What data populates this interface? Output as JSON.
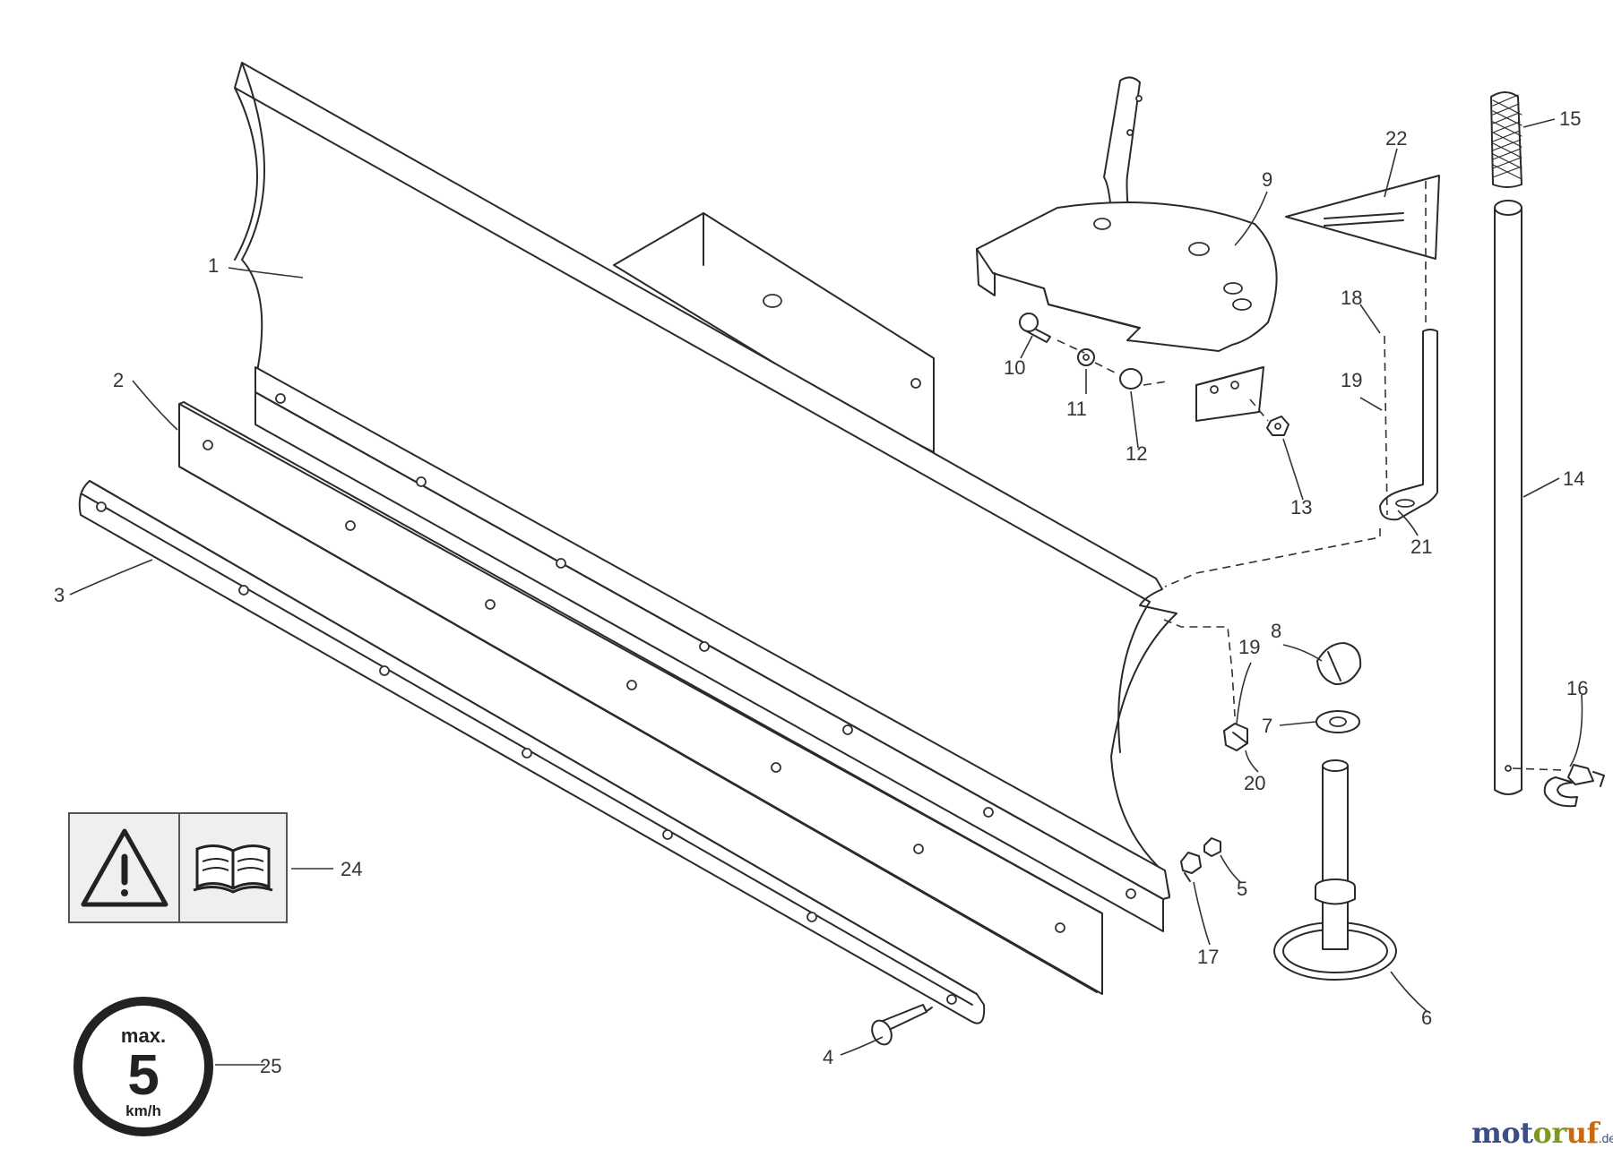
{
  "diagram": {
    "part_labels": {
      "p1": "1",
      "p2": "2",
      "p3": "3",
      "p4": "4",
      "p5": "5",
      "p6": "6",
      "p7": "7",
      "p8": "8",
      "p9": "9",
      "p10": "10",
      "p11": "11",
      "p12": "12",
      "p13": "13",
      "p14": "14",
      "p15": "15",
      "p16": "16",
      "p17": "17",
      "p18": "18",
      "p19a": "19",
      "p19b": "19",
      "p20": "20",
      "p21": "21",
      "p22": "22",
      "p24": "24",
      "p25": "25"
    },
    "icons": [
      "warning-triangle-icon",
      "manual-book-icon",
      "speed-limit-sign"
    ],
    "speed_sign": {
      "top": "max.",
      "value": "5",
      "unit": "km/h"
    }
  },
  "watermark": {
    "part1": "mot",
    "part2": "or",
    "part3": "uf",
    "part4": ".de"
  },
  "colors": {
    "ink": "#2a2a2a",
    "watermark_blue": "#3b4f86",
    "watermark_green": "#7c9a1e",
    "watermark_orange": "#c86a10"
  }
}
